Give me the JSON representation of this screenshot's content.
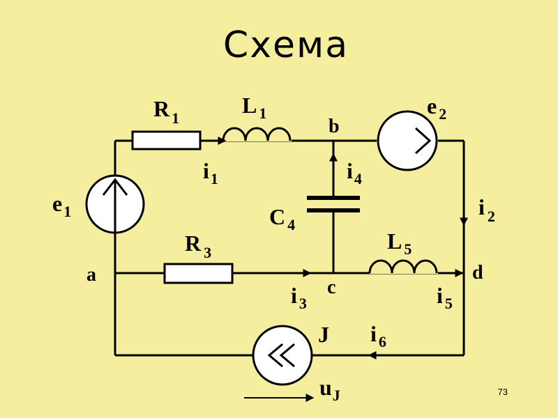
{
  "title": "Схема",
  "page_number": "73",
  "nodes": {
    "a": "a",
    "b": "b",
    "c": "c",
    "d": "d"
  },
  "components": {
    "R1": {
      "main": "R",
      "sub": "1"
    },
    "L1": {
      "main": "L",
      "sub": "1"
    },
    "e2": {
      "main": "e",
      "sub": "2"
    },
    "e1": {
      "main": "e",
      "sub": "1"
    },
    "C4": {
      "main": "C",
      "sub": "4"
    },
    "R3": {
      "main": "R",
      "sub": "3"
    },
    "L5": {
      "main": "L",
      "sub": "5"
    },
    "J": {
      "main": "J"
    }
  },
  "currents": {
    "i1": {
      "main": "i",
      "sub": "1"
    },
    "i2": {
      "main": "i",
      "sub": "2"
    },
    "i3": {
      "main": "i",
      "sub": "3"
    },
    "i4": {
      "main": "i",
      "sub": "4"
    },
    "i5": {
      "main": "i",
      "sub": "5"
    },
    "i6": {
      "main": "i",
      "sub": "6"
    }
  },
  "voltage_uJ": {
    "main": "u",
    "sub": "J"
  }
}
